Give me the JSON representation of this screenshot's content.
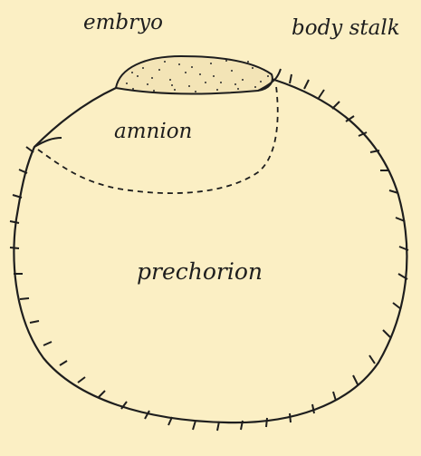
{
  "background_color": "#fbefc4",
  "line_color": "#1e1e1e",
  "labels": {
    "embryo": "embryo",
    "body_stalk": "body stalk",
    "amnion": "amnion",
    "prechorion": "prechorion"
  },
  "parts": {
    "embryo_mass": "stippled-embryo-disc",
    "amnion_boundary": "dashed-line",
    "outer_wall": "prechorion-with-villi"
  }
}
